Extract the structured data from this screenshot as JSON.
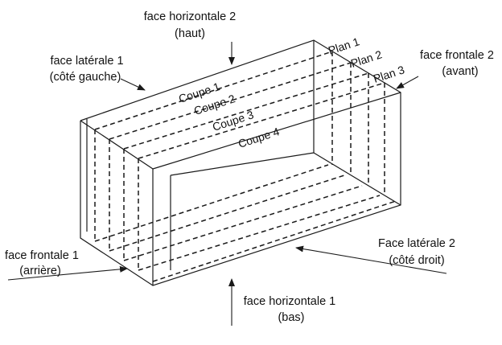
{
  "labels": {
    "face_horizontale_2": {
      "line1": "face horizontale 2",
      "line2": "(haut)"
    },
    "face_laterale_1": {
      "line1": "face latérale 1",
      "line2": "(côté gauche)"
    },
    "face_frontale_2": {
      "line1": "face frontale 2",
      "line2": "(avant)"
    },
    "face_frontale_1": {
      "line1": "face frontale 1",
      "line2": "(arrière)"
    },
    "face_laterale_2": {
      "line1": "Face latérale 2",
      "line2": "(côté droit)"
    },
    "face_horizontale_1": {
      "line1": "face horizontale 1",
      "line2": "(bas)"
    }
  },
  "planes": [
    "Plan 1",
    "Plan 2",
    "Plan 3"
  ],
  "cuts": [
    "Coupe 1",
    "Coupe 2",
    "Coupe 3",
    "Coupe 4"
  ],
  "colors": {
    "stroke": "#1a1a1a",
    "text": "#111111",
    "background": "#ffffff"
  }
}
